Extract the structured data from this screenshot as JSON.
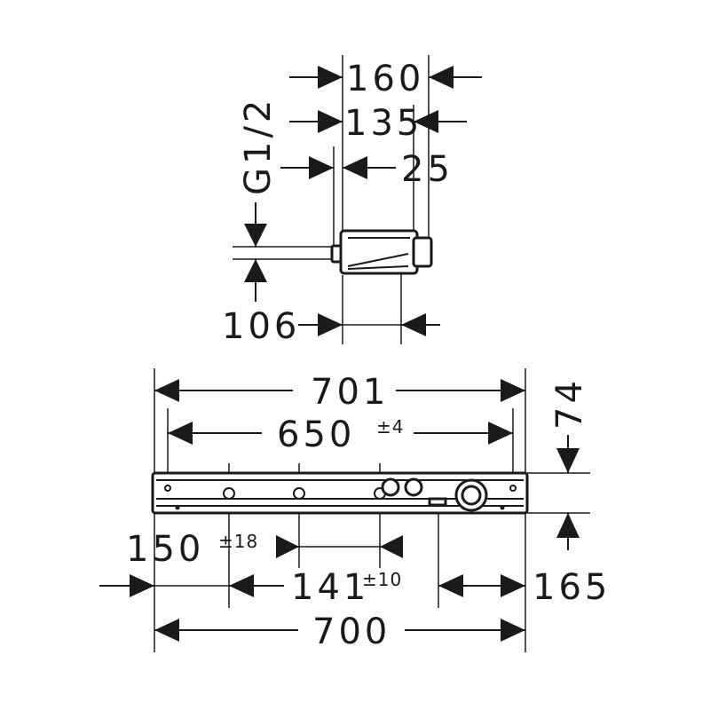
{
  "drawing": {
    "side_view": {
      "width_overall": "160",
      "width_body": "135",
      "offset": "25",
      "thread": "G1/2",
      "depth": "106"
    },
    "front_view": {
      "length_overall": "701",
      "mounting_distance": "650",
      "mounting_tolerance": "±4",
      "height": "74",
      "left_offset": "150",
      "left_offset_tolerance": "±18",
      "outlet_spacing": "141",
      "outlet_spacing_tolerance": "±10",
      "right_offset": "165",
      "length_base": "700"
    }
  }
}
